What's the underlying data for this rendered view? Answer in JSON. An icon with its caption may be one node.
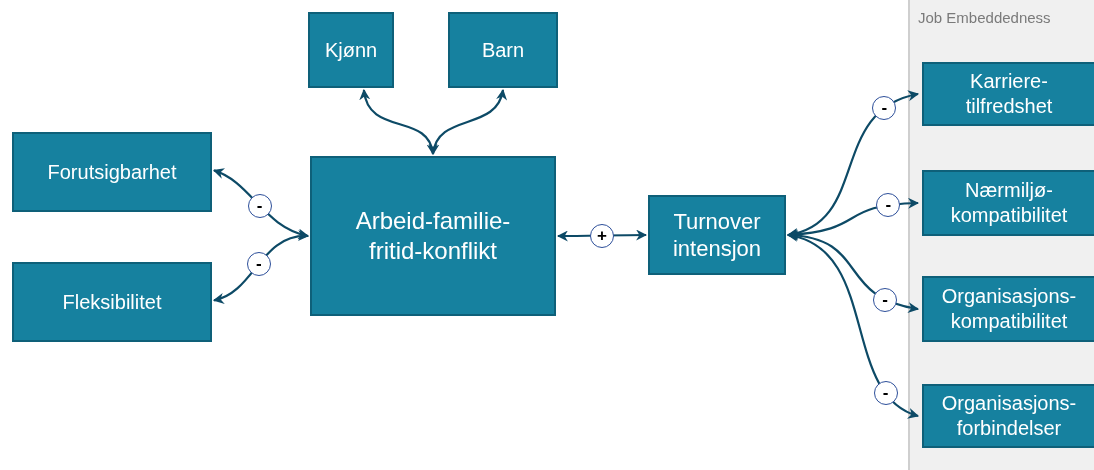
{
  "diagram": {
    "nodes": [
      {
        "text": [
          "Kjønn"
        ]
      },
      {
        "text": [
          "Barn"
        ]
      },
      {
        "text": [
          "Forutsigbarhet"
        ]
      },
      {
        "text": [
          "Arbeid-familie-fritid-konflikt"
        ]
      },
      {
        "text": [
          "Turnover intensjon"
        ]
      },
      {
        "text": [
          "Fleksibilitet"
        ]
      },
      {
        "text": [
          "Job Embeddedness"
        ]
      },
      {
        "text": [
          "Karriere-tilfredshet"
        ],
        "in": 6
      },
      {
        "text": [
          "Nærmiljø-kompatibilitet"
        ],
        "in": 6
      },
      {
        "text": [
          "Organisasjons-kompatibilitet"
        ],
        "in": 6
      },
      {
        "text": [
          "Organisasjons-forbindelser"
        ],
        "in": 6
      }
    ],
    "edges": [
      {
        "from": 0,
        "to": 3,
        "arrow": "both"
      },
      {
        "from": 1,
        "to": 3,
        "arrow": "both"
      },
      {
        "from": 3,
        "to": 2,
        "arrow": "both",
        "label": "-"
      },
      {
        "from": 3,
        "to": 5,
        "arrow": "both",
        "label": "-"
      },
      {
        "from": 3,
        "to": 4,
        "arrow": "both",
        "label": "+"
      },
      {
        "from": 4,
        "to": 7,
        "arrow": "both",
        "label": "-"
      },
      {
        "from": 4,
        "to": 8,
        "arrow": "both",
        "label": "-"
      },
      {
        "from": 4,
        "to": 9,
        "arrow": "both",
        "label": "-"
      },
      {
        "from": 4,
        "to": 10,
        "arrow": "both",
        "label": "-"
      }
    ]
  }
}
